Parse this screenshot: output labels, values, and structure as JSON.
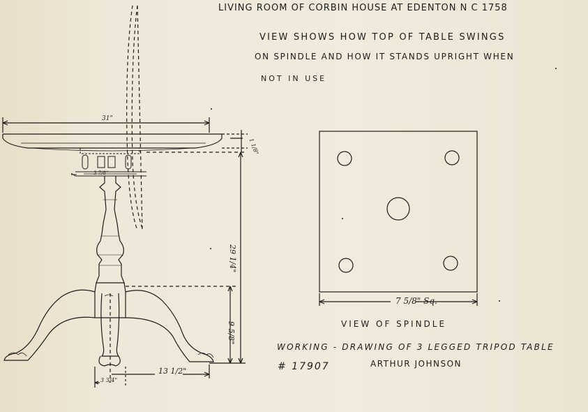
{
  "title": "Living Room of Corbin House at Edenton N C 1758",
  "notes": {
    "line1": "View shows how top of table swings",
    "line2": "on spindle and how it stands upright when",
    "line3": "not in use"
  },
  "spindle_caption": "View of spindle",
  "working_title": "Working - drawing of 3 legged tripod table",
  "plate_number": "# 17907",
  "author": "Arthur Johnson",
  "dimensions": {
    "top_diameter": "31\"",
    "block": "3 7/8\"",
    "height": "29 1/4\"",
    "leg_height": "9 5/8\"",
    "leg_spread": "13 1/2\"",
    "foot": "3 3/4\"",
    "top_thickness": "1 1/8\"",
    "spindle_square": "7 5/8\" Sq."
  },
  "colors": {
    "paper": "#efe8d8",
    "ink": "#1e1c1a"
  }
}
